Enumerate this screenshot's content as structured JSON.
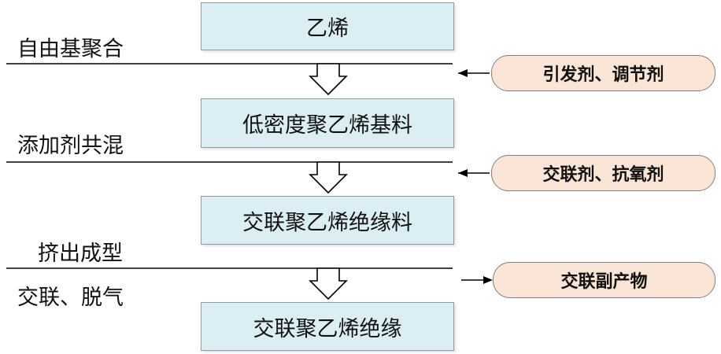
{
  "nodes": {
    "ethylene": "乙烯",
    "ldpe_base": "低密度聚乙烯基料",
    "xlpe_compound": "交联聚乙烯绝缘料",
    "xlpe_insulation": "交联聚乙烯绝缘"
  },
  "steps": {
    "radical_polymerization": "自由基聚合",
    "additive_blending": "添加剂共混",
    "extrusion_molding": "挤出成型",
    "crosslink_degas": "交联、脱气"
  },
  "side_inputs": {
    "initiator_regulator": "引发剂、调节剂",
    "crosslinker_antioxidant": "交联剂、抗氧剂"
  },
  "side_outputs": {
    "crosslink_byproducts": "交联副产物"
  },
  "colors": {
    "box_fill": "#dbeef3",
    "pill_fill": "#fbe5d6",
    "line": "#000000"
  }
}
